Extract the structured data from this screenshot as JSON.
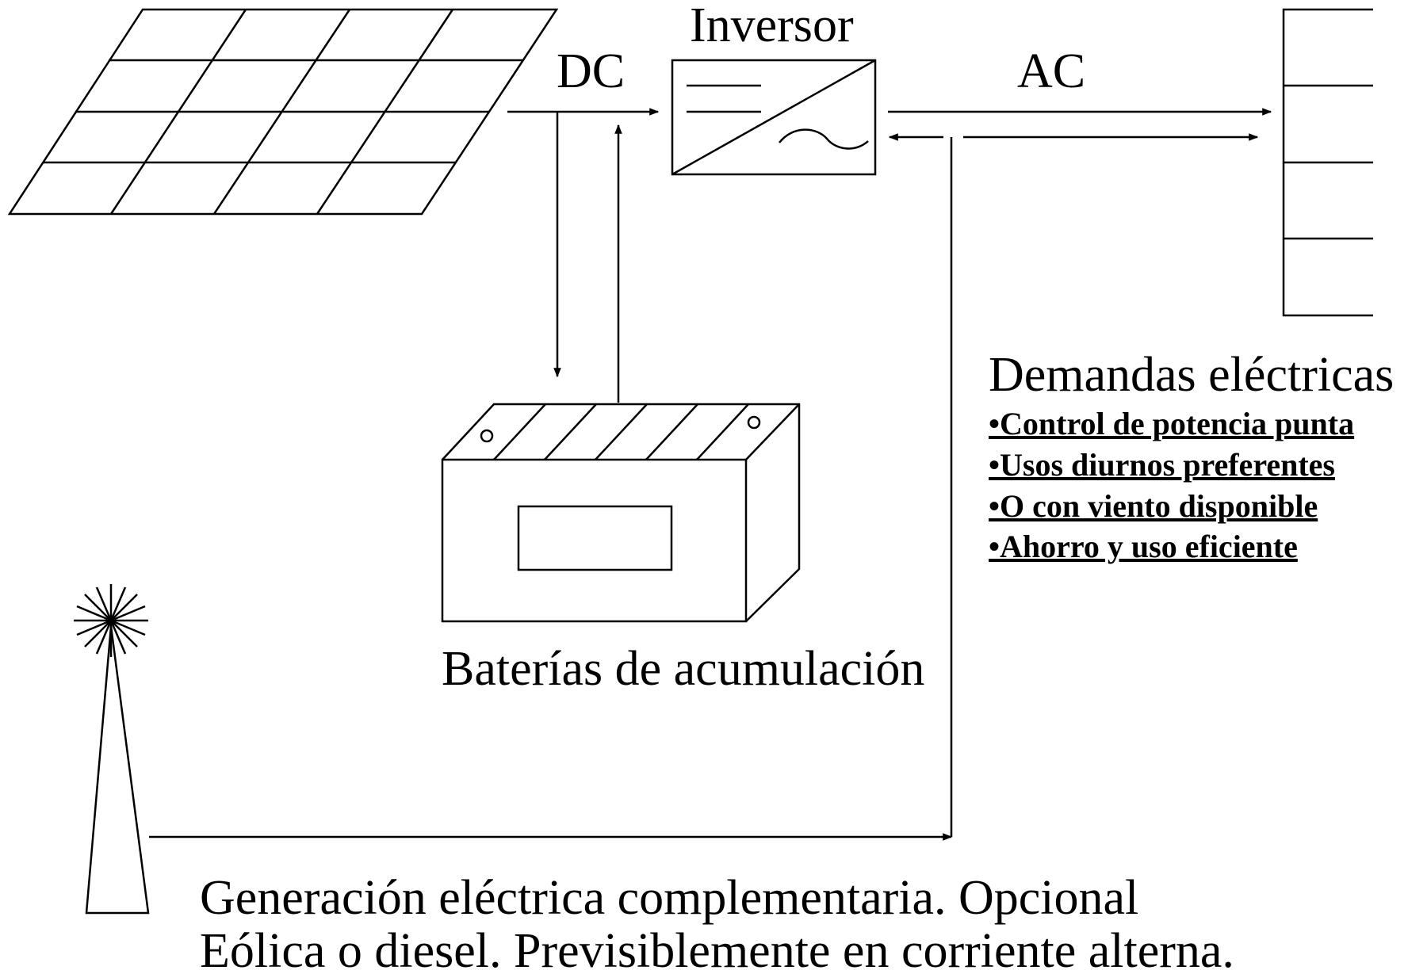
{
  "labels": {
    "inverter": "Inversor",
    "dc": "DC",
    "ac": "AC",
    "demand_title": "Demandas eléctricas",
    "battery": "Baterías de acumulación",
    "generation_line1": "Generación eléctrica complementaria. Opcional",
    "generation_line2": "Eólica o diesel. Previsiblemente en corriente alterna."
  },
  "demand_items": [
    {
      "bullet": "•",
      "text": "Control de potencia punta"
    },
    {
      "bullet": "•",
      "text": "Usos diurnos preferentes"
    },
    {
      "bullet": "•",
      "text": "O con viento disponible"
    },
    {
      "bullet": "•",
      "text": "Ahorro y uso eficiente"
    }
  ],
  "colors": {
    "stroke": "#000000",
    "background": "#ffffff"
  }
}
